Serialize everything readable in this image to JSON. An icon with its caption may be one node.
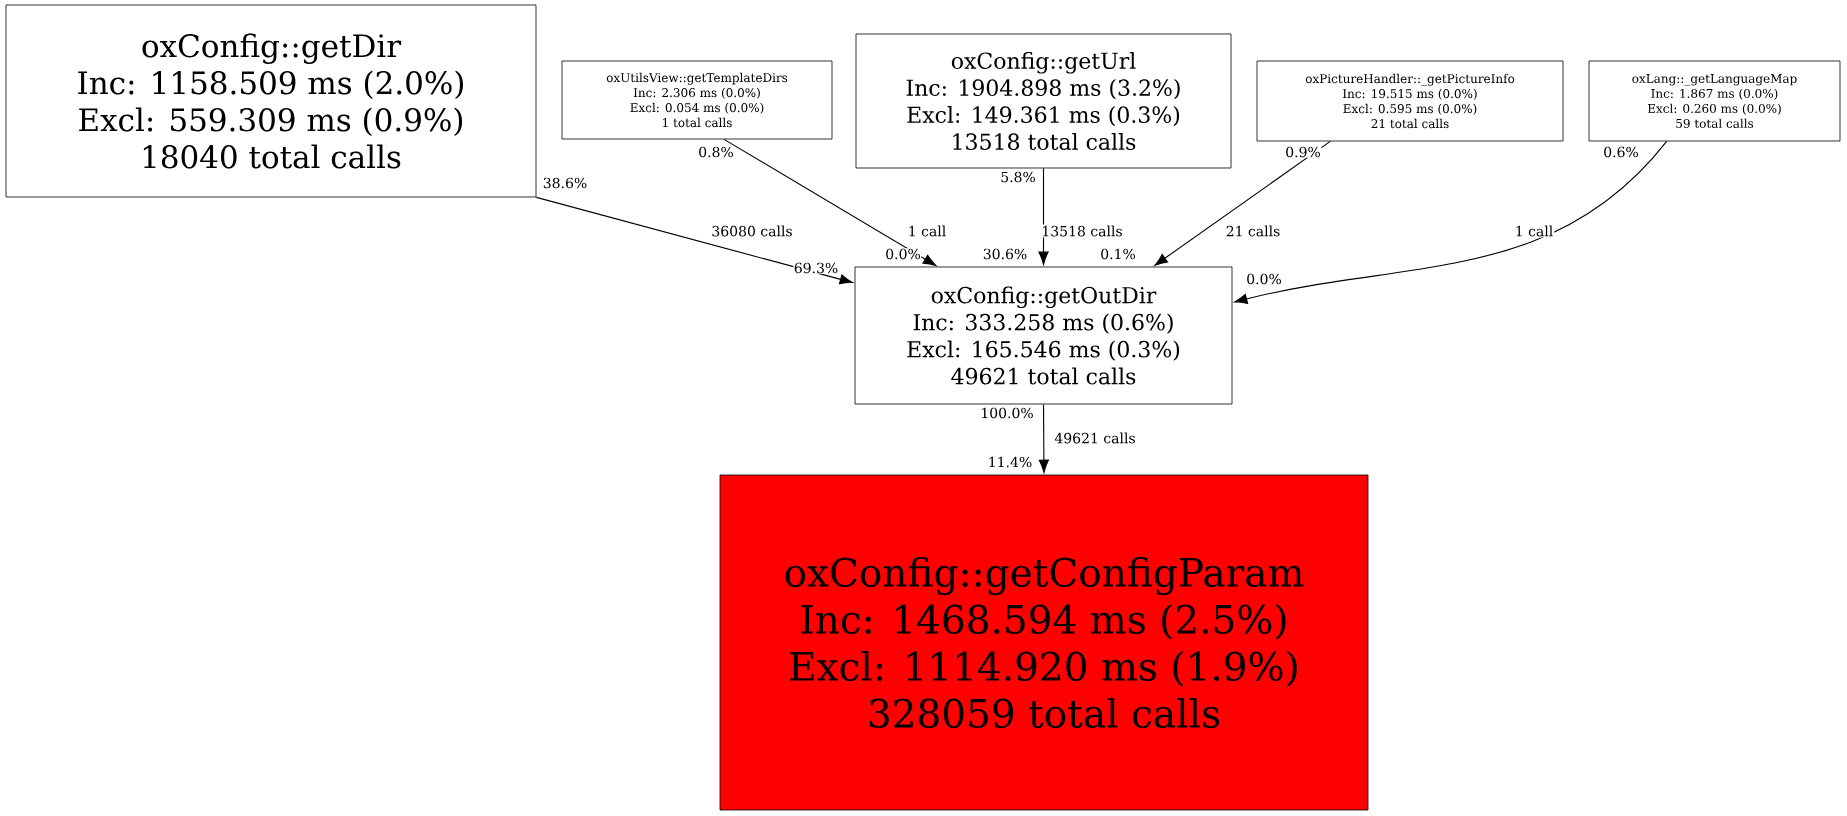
{
  "diagram": {
    "nodes": [
      {
        "text": [
          "oxConfig::getDir",
          "Inc: 1158.509 ms (2.0%)",
          "Excl: 559.309 ms (0.9%)",
          "18040 total calls"
        ]
      },
      {
        "text": [
          "oxUtilsView::getTemplateDirs",
          "Inc: 2.306 ms (0.0%)",
          "Excl: 0.054 ms (0.0%)",
          "1 total calls"
        ]
      },
      {
        "text": [
          "oxConfig::getUrl",
          "Inc: 1904.898 ms (3.2%)",
          "Excl: 149.361 ms (0.3%)",
          "13518 total calls"
        ]
      },
      {
        "text": [
          "oxPictureHandler::_getPictureInfo",
          "Inc: 19.515 ms (0.0%)",
          "Excl: 0.595 ms (0.0%)",
          "21 total calls"
        ]
      },
      {
        "text": [
          "oxLang::_getLanguageMap",
          "Inc: 1.867 ms (0.0%)",
          "Excl: 0.260 ms (0.0%)",
          "59 total calls"
        ]
      },
      {
        "text": [
          "oxConfig::getOutDir",
          "Inc: 333.258 ms (0.6%)",
          "Excl: 165.546 ms (0.3%)",
          "49621 total calls"
        ]
      },
      {
        "text": [
          "oxConfig::getConfigParam",
          "Inc: 1468.594 ms (2.5%)",
          "Excl: 1114.920 ms (1.9%)",
          "328059 total calls"
        ]
      }
    ],
    "edges": [
      {
        "from": 0,
        "to": 5,
        "arrow": "to",
        "label": "36080 calls"
      },
      {
        "from": 1,
        "to": 5,
        "arrow": "to",
        "label": "1 call"
      },
      {
        "from": 2,
        "to": 5,
        "arrow": "to",
        "label": "13518 calls"
      },
      {
        "from": 3,
        "to": 5,
        "arrow": "to",
        "label": "21 calls"
      },
      {
        "from": 4,
        "to": 5,
        "arrow": "to",
        "label": "1 call"
      },
      {
        "from": 5,
        "to": 6,
        "arrow": "to",
        "label": "49621 calls"
      }
    ],
    "labels": [
      "38.6%",
      "69.3%",
      "0.8%",
      "0.0%",
      "5.8%",
      "30.6%",
      "0.9%",
      "0.1%",
      "0.6%",
      "0.0%",
      "100.0%",
      "11.4%"
    ]
  }
}
